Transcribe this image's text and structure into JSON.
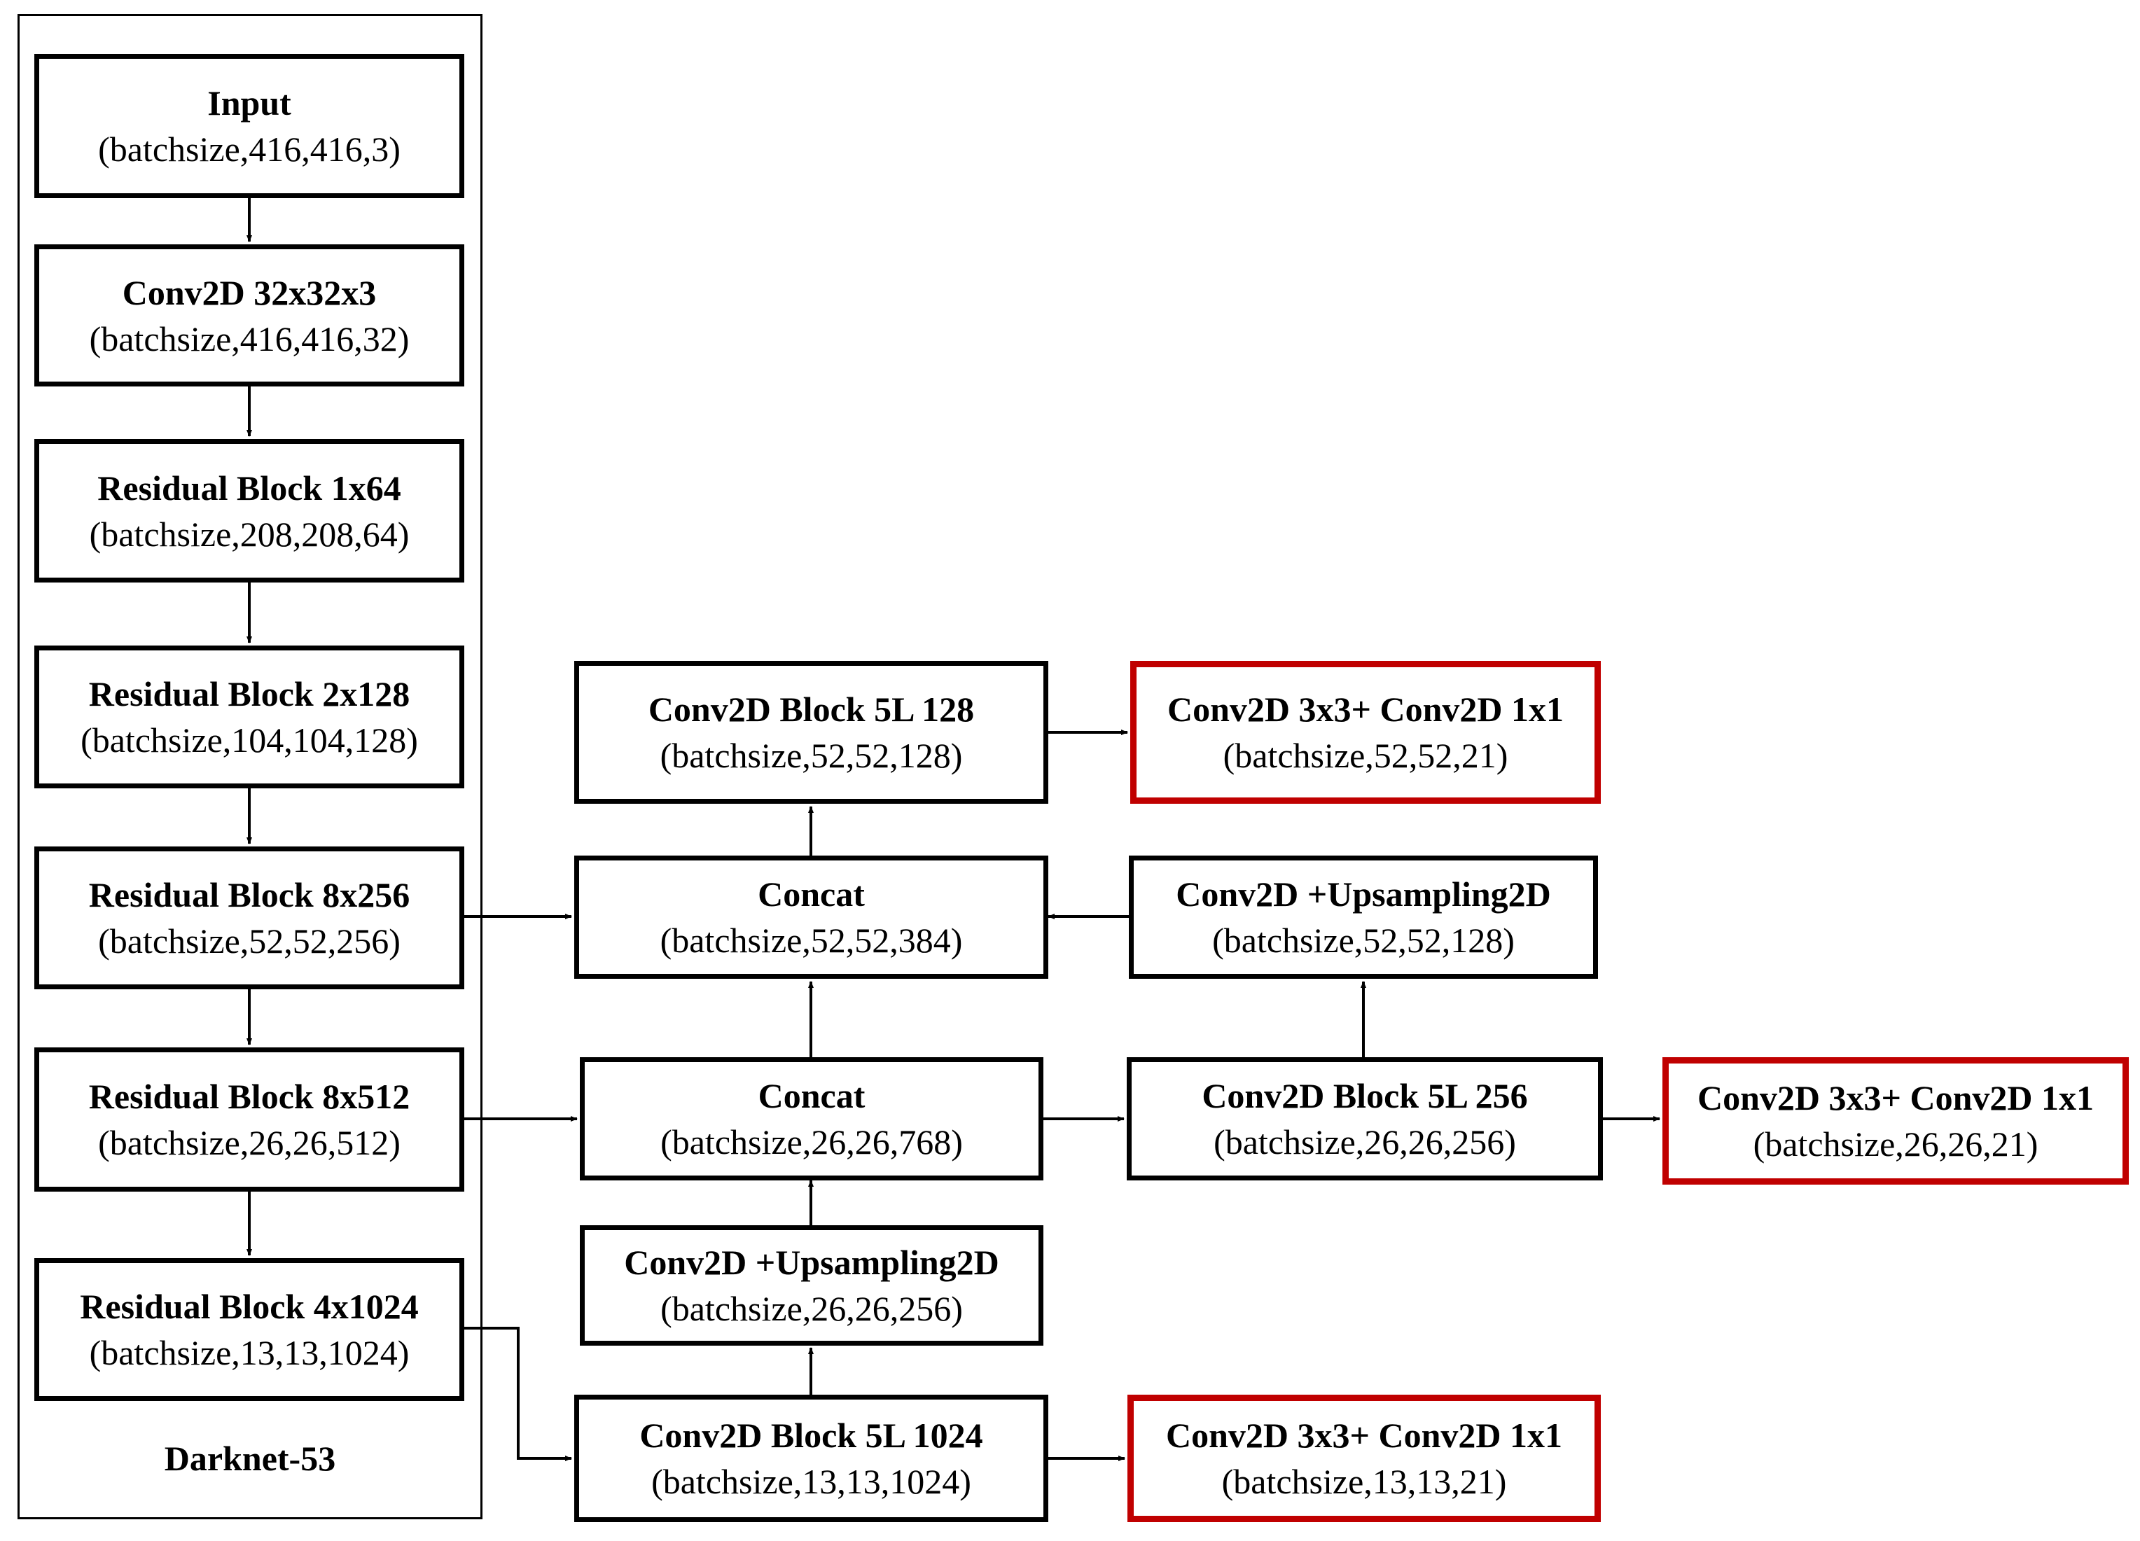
{
  "darknet_label": "Darknet-53",
  "colors": {
    "border": "#000000",
    "output_border": "#c00000"
  },
  "nodes": {
    "input": {
      "title": "Input",
      "shape": "(batchsize,416,416,3)"
    },
    "conv2d_32": {
      "title": "Conv2D 32x32x3",
      "shape": "(batchsize,416,416,32)"
    },
    "res_1x64": {
      "title": "Residual Block 1x64",
      "shape": "(batchsize,208,208,64)"
    },
    "res_2x128": {
      "title": "Residual Block 2x128",
      "shape": "(batchsize,104,104,128)"
    },
    "res_8x256": {
      "title": "Residual Block 8x256",
      "shape": "(batchsize,52,52,256)"
    },
    "res_8x512": {
      "title": "Residual Block 8x512",
      "shape": "(batchsize,26,26,512)"
    },
    "res_4x1024": {
      "title": "Residual Block 4x1024",
      "shape": "(batchsize,13,13,1024)"
    },
    "block5l_128": {
      "title": "Conv2D Block 5L 128",
      "shape": "(batchsize,52,52,128)"
    },
    "concat_384": {
      "title": "Concat",
      "shape": "(batchsize,52,52,384)"
    },
    "concat_768": {
      "title": "Concat",
      "shape": "(batchsize,26,26,768)"
    },
    "upsample_256": {
      "title": "Conv2D +Upsampling2D",
      "shape": "(batchsize,26,26,256)"
    },
    "block5l_1024": {
      "title": "Conv2D Block 5L 1024",
      "shape": "(batchsize,13,13,1024)"
    },
    "upsample_128": {
      "title": "Conv2D +Upsampling2D",
      "shape": "(batchsize,52,52,128)"
    },
    "block5l_256": {
      "title": "Conv2D Block 5L 256",
      "shape": "(batchsize,26,26,256)"
    },
    "out_52": {
      "title": "Conv2D 3x3+ Conv2D 1x1",
      "shape": "(batchsize,52,52,21)"
    },
    "out_26": {
      "title": "Conv2D 3x3+ Conv2D 1x1",
      "shape": "(batchsize,26,26,21)"
    },
    "out_13": {
      "title": "Conv2D 3x3+ Conv2D 1x1",
      "shape": "(batchsize,13,13,21)"
    }
  }
}
